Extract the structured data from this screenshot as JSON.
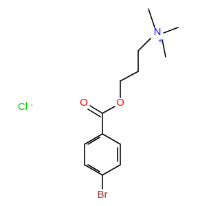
{
  "molecule": {
    "atoms": {
      "n": {
        "symbol": "N",
        "charge": "+",
        "color": "#0000ff"
      },
      "o_ester": {
        "symbol": "O",
        "color": "#ff0000"
      },
      "o_carbonyl": {
        "symbol": "O",
        "color": "#ff0000"
      },
      "br": {
        "symbol": "Br",
        "color": "#a52a2a"
      }
    },
    "counterion": {
      "symbol": "Cl",
      "charge": "-",
      "color": "#00cc00"
    }
  }
}
